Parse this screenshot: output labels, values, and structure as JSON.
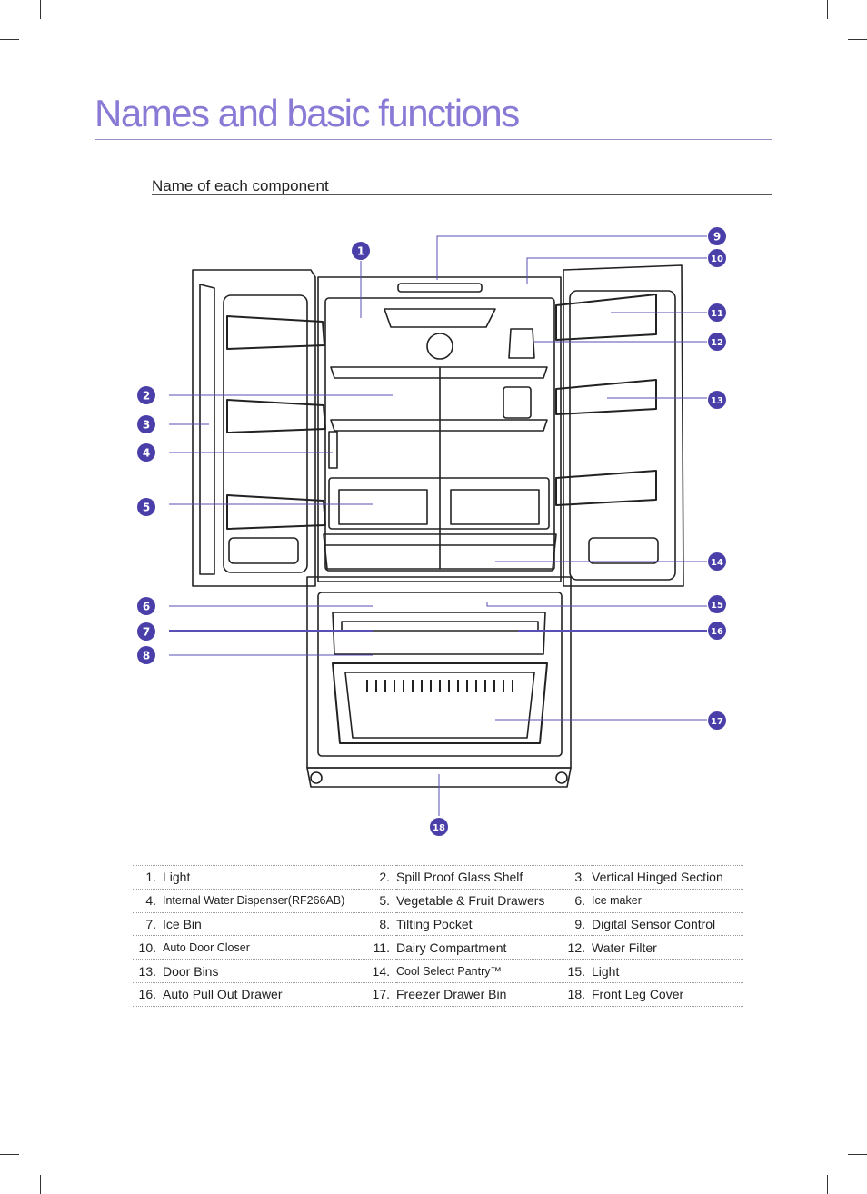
{
  "page": {
    "title": "Names and basic functions",
    "subtitle": "Name of each component"
  },
  "theme": {
    "accent": "#5a4fb5",
    "title_color": "#8a7ad6"
  },
  "callouts": [
    "1",
    "2",
    "3",
    "4",
    "5",
    "6",
    "7",
    "8",
    "9",
    "10",
    "11",
    "12",
    "13",
    "14",
    "15",
    "16",
    "17",
    "18"
  ],
  "components": [
    [
      {
        "num": "1.",
        "label": "Light"
      },
      {
        "num": "2.",
        "label": "Spill Proof Glass Shelf"
      },
      {
        "num": "3.",
        "label": "Vertical Hinged Section"
      }
    ],
    [
      {
        "num": "4.",
        "label": "Internal Water Dispenser(RF266AB)"
      },
      {
        "num": "5.",
        "label": "Vegetable & Fruit Drawers"
      },
      {
        "num": "6.",
        "label": "Ice maker"
      }
    ],
    [
      {
        "num": "7.",
        "label": "Ice Bin"
      },
      {
        "num": "8.",
        "label": "Tilting Pocket"
      },
      {
        "num": "9.",
        "label": "Digital Sensor Control"
      }
    ],
    [
      {
        "num": "10.",
        "label": "Auto Door Closer"
      },
      {
        "num": "11.",
        "label": "Dairy Compartment"
      },
      {
        "num": "12.",
        "label": "Water Filter"
      }
    ],
    [
      {
        "num": "13.",
        "label": "Door Bins"
      },
      {
        "num": "14.",
        "label": "Cool Select Pantry™"
      },
      {
        "num": "15.",
        "label": "Light"
      }
    ],
    [
      {
        "num": "16.",
        "label": "Auto Pull Out Drawer"
      },
      {
        "num": "17.",
        "label": "Freezer Drawer Bin"
      },
      {
        "num": "18.",
        "label": "Front Leg Cover"
      }
    ]
  ]
}
